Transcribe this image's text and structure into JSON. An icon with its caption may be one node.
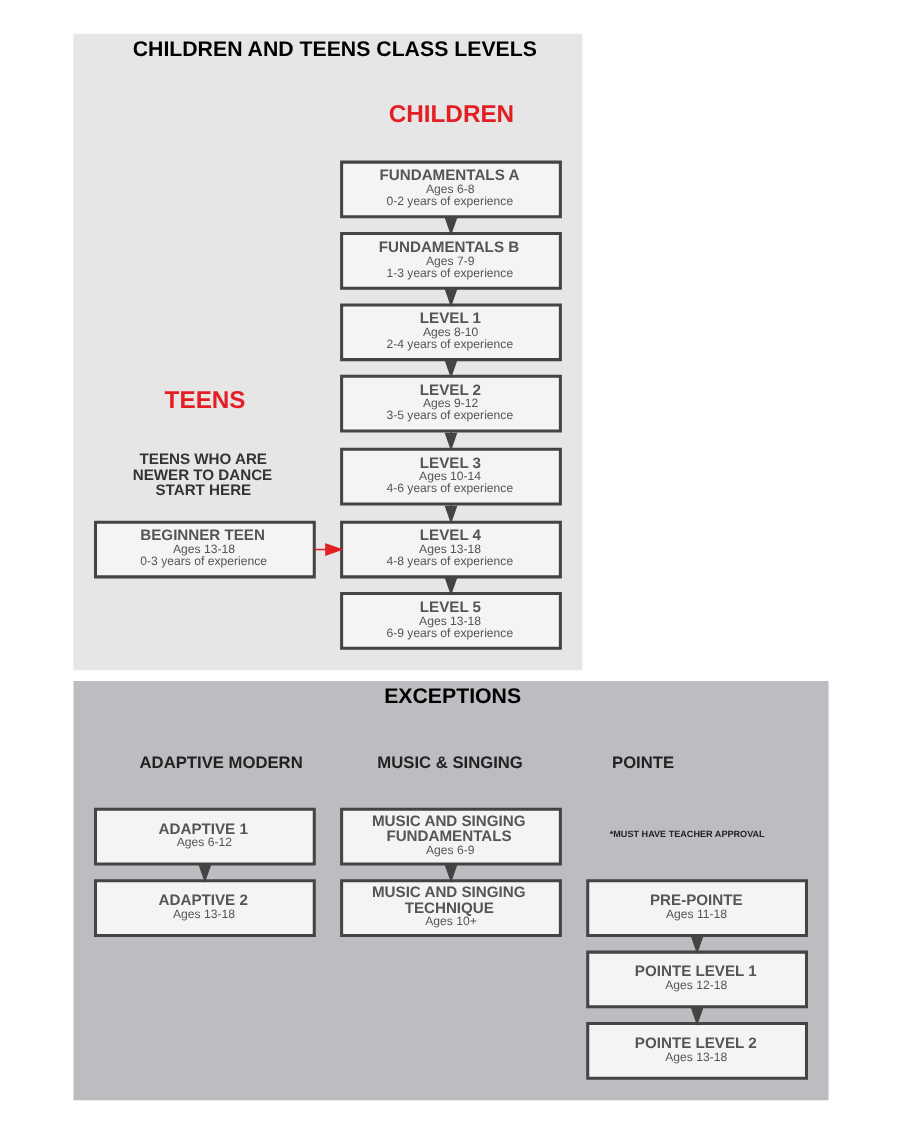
{
  "diagram": {
    "nodes": [
      {
        "text": [
          "CHILDREN AND TEENS CLASS LEVELS"
        ]
      },
      {
        "text": [
          "FUNDAMENTALS A",
          "Ages 6-8",
          "0-2 years of experience"
        ],
        "in": 0
      },
      {
        "text": [
          "FUNDAMENTALS B",
          "Ages 7-9",
          "1-3 years of experience"
        ],
        "in": 0
      },
      {
        "text": [
          "LEVEL 1",
          "Ages 8-10",
          "2-4 years of experience"
        ],
        "in": 0
      },
      {
        "text": [
          "LEVEL 2",
          "Ages 9-12",
          "3-5 years of experience"
        ],
        "in": 0
      },
      {
        "text": [
          "LEVEL 3",
          "Ages 10-14",
          "4-6 years of experience"
        ],
        "in": 0
      },
      {
        "text": [
          "LEVEL 4",
          "Ages 13-18",
          "4-8 years of experience"
        ],
        "in": 0
      },
      {
        "text": [
          "LEVEL 5",
          "Ages 13-18",
          "6-9 years of experience"
        ],
        "in": 0
      },
      {
        "text": [
          "BEGINNER TEEN",
          "Ages 13-18",
          "0-3 years of experience"
        ],
        "in": 0
      },
      {
        "text": [
          "EXCEPTIONS"
        ]
      },
      {
        "text": [
          "PRE-POINTE",
          "Ages 11-18"
        ],
        "in": 9
      },
      {
        "text": [
          "POINTE LEVEL 1",
          "Ages 12-18"
        ],
        "in": 9
      },
      {
        "text": [
          "POINTE LEVEL 2",
          "Ages 13-18"
        ],
        "in": 9
      },
      {
        "text": [
          "MUSIC AND SINGING FUNDAMENTALS",
          "Ages 6-9"
        ],
        "in": 9
      },
      {
        "text": [
          "MUSIC AND SINGING TECHNIQUE",
          "Ages 10+"
        ],
        "in": 9
      },
      {
        "text": [
          "ADAPTIVE 1",
          "Ages 6-12"
        ],
        "in": 9
      },
      {
        "text": [
          "ADAPTIVE 2",
          "Ages 13-18"
        ],
        "in": 9
      }
    ],
    "edges": [
      {
        "from": 1,
        "to": 2,
        "arrow": "to"
      },
      {
        "from": 2,
        "to": 3,
        "arrow": "to"
      },
      {
        "from": 3,
        "to": 4,
        "arrow": "to"
      },
      {
        "from": 4,
        "to": 5,
        "arrow": "to"
      },
      {
        "from": 5,
        "to": 6,
        "arrow": "to"
      },
      {
        "from": 6,
        "to": 7,
        "arrow": "to"
      },
      {
        "from": 8,
        "to": 6,
        "arrow": "to",
        "color": "#e31e24"
      },
      {
        "from": 10,
        "to": 11,
        "arrow": "to"
      },
      {
        "from": 11,
        "to": 12,
        "arrow": "to"
      },
      {
        "from": 13,
        "to": 14,
        "arrow": "to"
      },
      {
        "from": 15,
        "to": 16,
        "arrow": "to"
      }
    ],
    "labels": [
      "CHILDREN",
      "TEENS",
      "TEENS WHO ARE NEWER TO DANCE START HERE",
      "POINTE",
      "*MUST HAVE TEACHER APPROVAL",
      "MUSIC & SINGING",
      "ADAPTIVE MODERN"
    ]
  }
}
